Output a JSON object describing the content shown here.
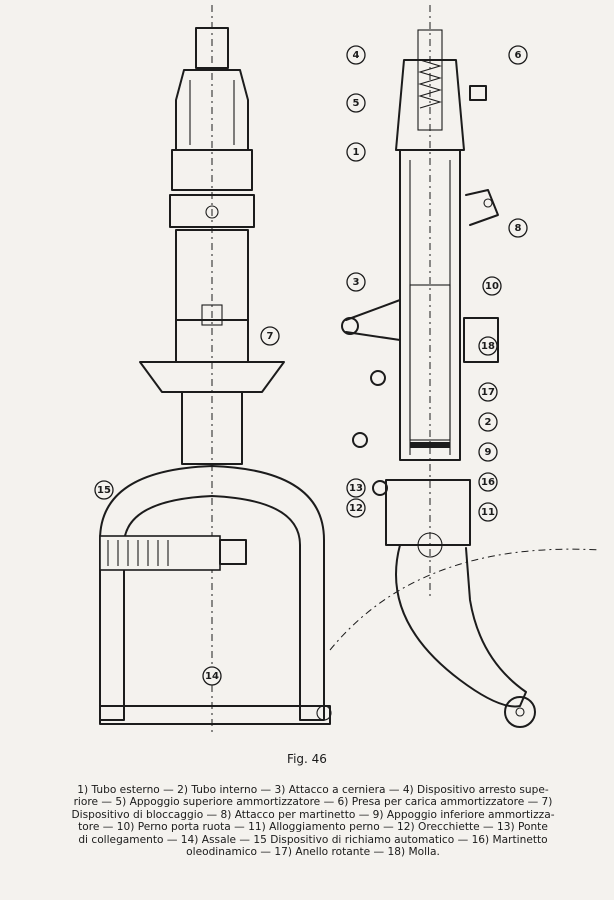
{
  "figure": {
    "label": "Fig. 46"
  },
  "callouts": [
    "1",
    "2",
    "3",
    "4",
    "5",
    "6",
    "7",
    "8",
    "9",
    "10",
    "11",
    "12",
    "13",
    "14",
    "15",
    "16",
    "17",
    "18"
  ],
  "caption": [
    "1) Tubo esterno — 2) Tubo interno — 3) Attacco a cerniera — 4) Dispositivo arresto supe-",
    "riore — 5) Appoggio superiore ammortizzatore — 6) Presa per carica ammortizzatore — 7)",
    "Dispositivo di bloccaggio — 8) Attacco per martinetto — 9) Appoggio inferiore ammortizza-",
    "tore — 10) Perno porta ruota — 11) Alloggiamento perno — 12) Orecchiette — 13) Ponte",
    "di collegamento — 14) Assale — 15 Dispositivo di richiamo automatico — 16) Martinetto",
    "oleodinamico — 17) Anello rotante — 18) Molla."
  ]
}
